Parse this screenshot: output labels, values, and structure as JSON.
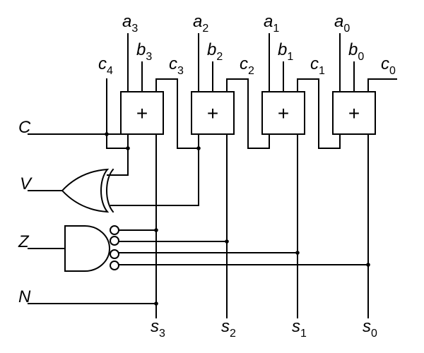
{
  "diagram": {
    "adder_symbol": "+",
    "adders": [
      {
        "a": {
          "base": "a",
          "sub": "3"
        },
        "b": {
          "base": "b",
          "sub": "3"
        },
        "cin": {
          "base": "c",
          "sub": "3"
        },
        "s": {
          "base": "s",
          "sub": "3"
        }
      },
      {
        "a": {
          "base": "a",
          "sub": "2"
        },
        "b": {
          "base": "b",
          "sub": "2"
        },
        "cin": {
          "base": "c",
          "sub": "2"
        },
        "s": {
          "base": "s",
          "sub": "2"
        }
      },
      {
        "a": {
          "base": "a",
          "sub": "1"
        },
        "b": {
          "base": "b",
          "sub": "1"
        },
        "cin": {
          "base": "c",
          "sub": "1"
        },
        "s": {
          "base": "s",
          "sub": "1"
        }
      },
      {
        "a": {
          "base": "a",
          "sub": "0"
        },
        "b": {
          "base": "b",
          "sub": "0"
        },
        "cin": {
          "base": "c",
          "sub": "0"
        },
        "s": {
          "base": "s",
          "sub": "0"
        }
      }
    ],
    "carry_out": {
      "base": "c",
      "sub": "4"
    },
    "flags": {
      "C": "C",
      "V": "V",
      "Z": "Z",
      "N": "N"
    }
  }
}
